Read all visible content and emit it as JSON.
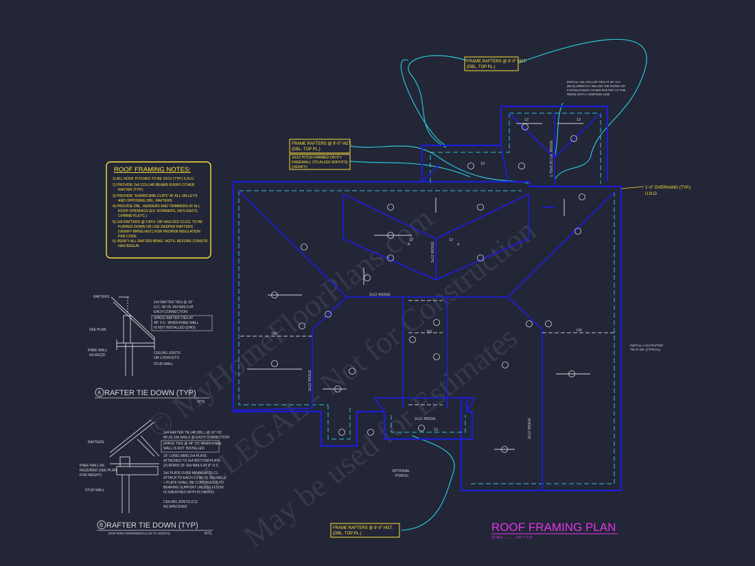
{
  "notes": {
    "title": "ROOF FRAMING NOTES:",
    "items": [
      "1) ALL ROOF PITCHES TO BE 10/12 (TYP.) U.N.O.",
      "2) PROVIDE 2x6 COLLAR BEAMS EVERY OTHER",
      "RAFTER (TYP.)",
      "3) PROVIDE \"HURRICANE CLIPS\" AT ALL VALLEYS",
      "AND OPPOSING DBL. RAFTERS",
      "4) PROVIDE DBL. HEADERS AND TRIMMERS AT ALL",
      "ROOF OPENINGS (EX: DORMERS, SKYLIGHTS,",
      "CHIMNEYS,ETC.)",
      "5) 2x8 RAFTERS @ CATH. OR VAULTED CLGS. TO BE",
      "FURRED DOWN OR USE DEEPER RAFTERS",
      "(VERIFY BRNG.HGT.) FOR PROPER INSULATION",
      "PER CODE",
      "6) VERIFY ALL RAFTER BRNG. HGTS. BEFORE CONSTR.",
      "HAS BEGUN"
    ]
  },
  "callouts": {
    "top_1": "FRAME RAFTERS @ 9'-0\" HGT.",
    "top_2": "(DBL. TOP PL.)",
    "left_1": "FRAME RAFTERS @ 9'-0\" HGT.",
    "left_2": "(DBL. TOP PL.)",
    "left_3": "10/12 PITCH FRAMED ON 6\"±",
    "left_4": "KNEEWALL (TO ALIGN SOFFITS)",
    "left_5": "(VERIFY)",
    "bottom_1": "FRAME RAFTERS @ 9'-0\" HGT.",
    "bottom_2": "(DBL. TOP PL.)",
    "overhang_1": "1'-0\" OVERHANG (TYP.)",
    "overhang_2": "U.N.O.",
    "collar": [
      "INSTALL 2x6 COLLAR TIES AT 32\" O.C.",
      "(MAX) DIRECTLY BELOW THE RIDGE OR",
      "FASTEN EVERY OTHER RAFTER TO THE",
      "RIDGE WITH A SIMPSON LINE"
    ],
    "tie": [
      "INSTALL A 2x4 RAFTER",
      "TIE AT DR. (TYPICAL)"
    ],
    "porch": [
      "OPTIONAL",
      "PORCH"
    ]
  },
  "plan_labels": {
    "ridge_1": "2x12 RIDGE",
    "ridge_2": "2x12 RIDGE",
    "ridge_3": "2x12 RIDGE",
    "ridge_4": "2x12 RIDGE",
    "ridge_5": "2x12 RIDGE",
    "lvl_ridge": "1.75x9.25 LVL RIDGE",
    "dr_left": "DR",
    "dr_right": "DR",
    "rs": "RS",
    "pitch_top": "12",
    "pitch_side": "4",
    "pitch_10": "10"
  },
  "detail_a": {
    "letter": "A",
    "title": "RAFTER TIE DOWN (TYP)",
    "nts": "NTS.",
    "labels": {
      "rafters": "RAFTERS",
      "see_plan": "SEE PLAN",
      "knee_wall": [
        "KNEE WALL",
        "AS REQ'D"
      ],
      "ties": [
        "2x4 RAFTER TIES @ 16\"",
        "O.C. W/ (4) 10d NAILS AT",
        "EACH CONNECTION"
      ],
      "space": [
        "SPACE RAFTER TIES AT",
        "48\" O.C. WHEN KNEE WALL",
        "IS NOT INSTALLED (UNO)"
      ],
      "ceiling": [
        "CEILING JOISTS",
        "OR LOOKOUTS"
      ],
      "stud": "STUD WALL"
    }
  },
  "detail_b": {
    "letter": "B",
    "title": "RAFTER TIE DOWN (TYP)",
    "subtitle": "(RAFTERS PERPENDICULAR TO JOISTS)",
    "nts": "NTS.",
    "labels": {
      "rafters": "RAFTERS",
      "knee_wall": [
        "KNEE WALL AS",
        "REQUIRED (SEE PLAN",
        "FOR HEIGHT)"
      ],
      "stud": "STUD WALL",
      "tie": [
        "2x4 RAFTER TIE (48 DBL.) @ 16\" OC",
        "W/ (4) 10d NAILS @ EACH CONNECTION"
      ],
      "space": [
        "SPACE TIES @ 48\" OC WHEN KNEE",
        "WALL IS NOT INSTALLED."
      ],
      "plate": [
        "16\" LONG (MIN) 2x4 PLATE",
        "ATTACHED TO 2x4 BOTTOM PLATE",
        "(2) ROWS OF 16d NAILS AT 8\" O.C."
      ],
      "plate2": [
        "2x6 PLATE OVER MINIMUM (3) CJ,",
        "ATTACH TO EACH CJ W/ (3) 16d NAILS",
        "+ PLATE SHALL BE CONTINUOUS TO",
        "BEARING SUPPORT UNLESS FLOOR",
        "IS SHEATHED WITH PLYWOOD."
      ],
      "cj": [
        "CEILING JOISTS (CJ)",
        "AS SPECIFIED"
      ]
    }
  },
  "title_block": {
    "title": "ROOF FRAMING PLAN",
    "scale": "SCALE: ............1/4\" = 1'-0\""
  },
  "watermark": [
    "© MyHomeFloorPlans.com",
    "ILLEGAL - Not for Construction",
    "May be used for Estimates"
  ],
  "colors": {
    "background": "#222637",
    "wall": "#1c1ed8",
    "overhang": "#2ec4d6",
    "note_border": "#ffe03a",
    "leader": "#2ec4d6",
    "title": "#e535e8",
    "text": "#e6e6e6"
  }
}
